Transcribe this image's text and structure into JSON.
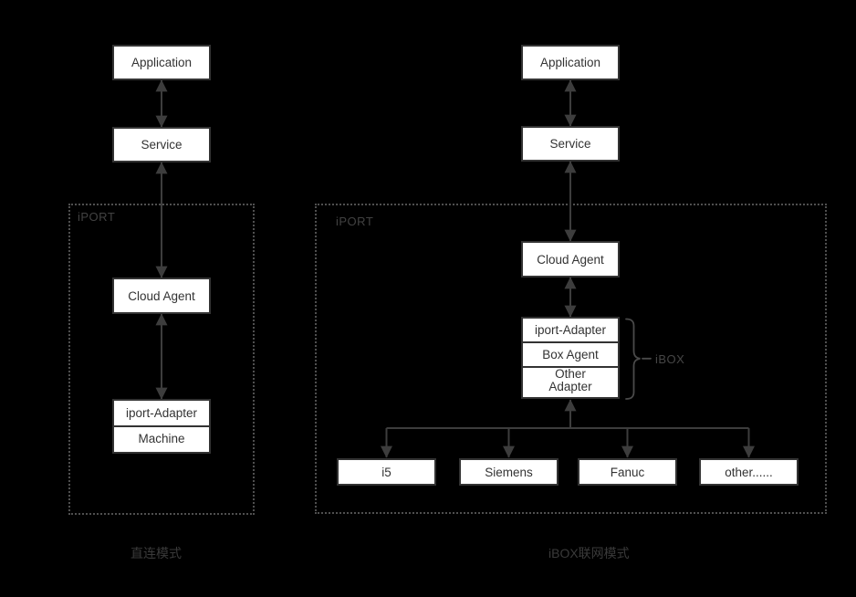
{
  "colors": {
    "bg": "#000000",
    "box_fill": "#ffffff",
    "box_border": "#333333",
    "box_text": "#333333",
    "arrow": "#3d3d3d",
    "dash": "#4f4f4f",
    "group_label": "#424242",
    "caption": "#3a3a3a",
    "brace": "#4a4a4a",
    "brace_label": "#464646"
  },
  "left_diagram": {
    "group_label": "iPORT",
    "caption": "直连模式",
    "nodes": {
      "application": "Application",
      "service": "Service",
      "cloud_agent": "Cloud Agent",
      "stack": [
        "iport-Adapter",
        "Machine"
      ]
    }
  },
  "right_diagram": {
    "group_label": "iPORT",
    "caption": "iBOX联网模式",
    "brace_label": "iBOX",
    "nodes": {
      "application": "Application",
      "service": "Service",
      "cloud_agent": "Cloud Agent",
      "stack": [
        "iport-Adapter",
        "Box Agent",
        "Other Adapter"
      ],
      "devices": [
        "i5",
        "Siemens",
        "Fanuc",
        "other......"
      ]
    }
  }
}
